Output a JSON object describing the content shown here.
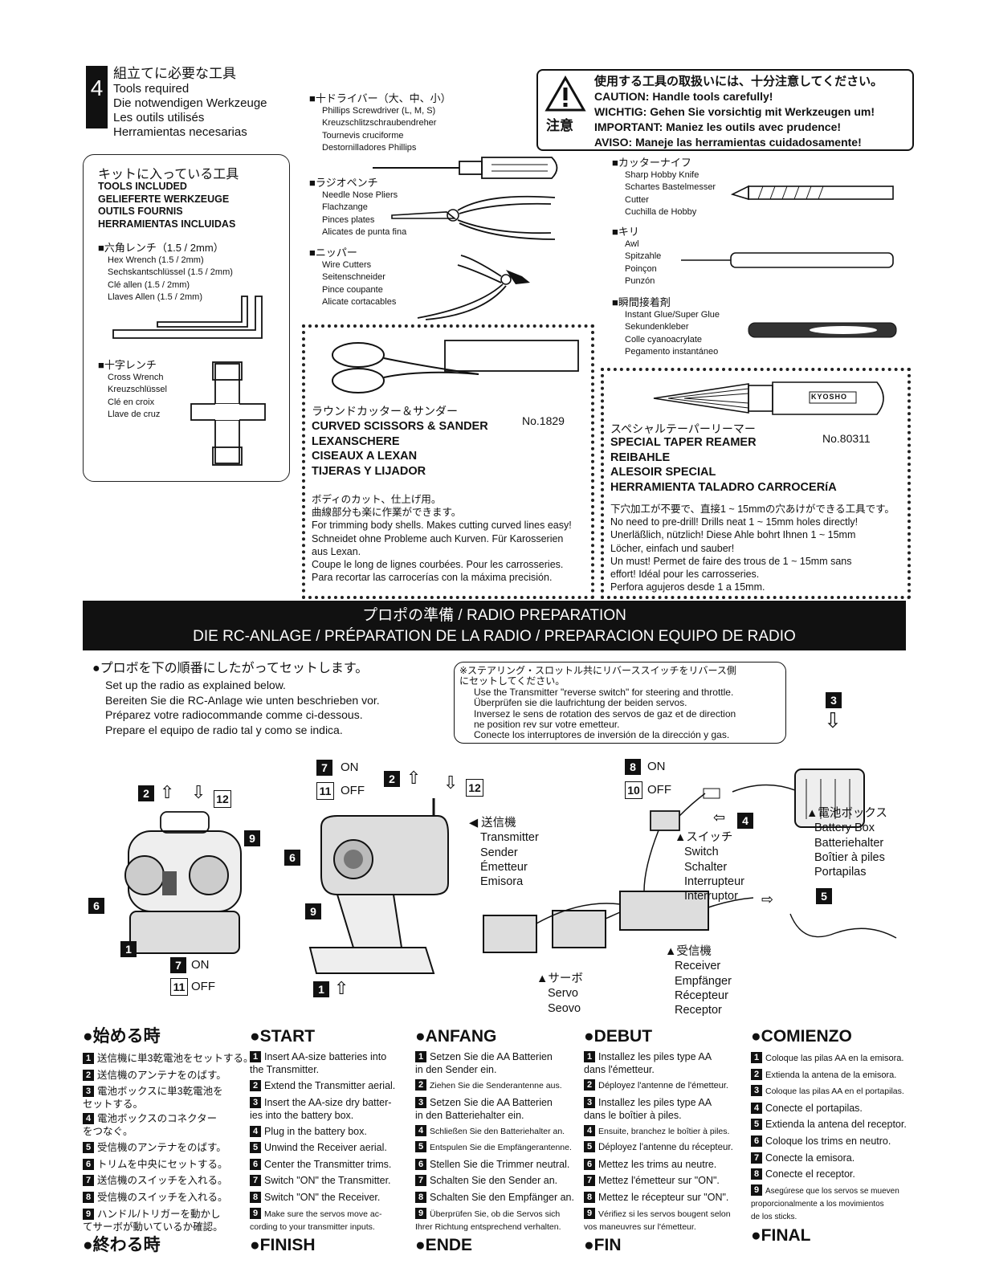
{
  "step": {
    "number": "4",
    "lines": [
      "組立てに必要な工具",
      "Tools required",
      "Die notwendigen Werkzeuge",
      "Les outils utilisés",
      "Herramientas necesarias"
    ]
  },
  "caution": {
    "mark_label": "注意",
    "lines": [
      "使用する工具の取扱いには、十分注意してください。",
      "CAUTION: Handle tools carefully!",
      "WICHTIG: Gehen Sie vorsichtig mit Werkzeugen um!",
      "IMPORTANT: Maniez les outils avec prudence!",
      "AVISO: Maneje las herramientas cuidadosamente!"
    ]
  },
  "kit_tools": {
    "title": "キットに入っている工具",
    "headings": [
      "TOOLS INCLUDED",
      "GELIEFERTE WERKZEUGE",
      "OUTILS FOURNIS",
      "HERRAMIENTAS INCLUIDAS"
    ],
    "hex_wrench": [
      "■六角レンチ（1.5 / 2mm）",
      "Hex Wrench (1.5 / 2mm)",
      "Sechskantschlüssel (1.5 / 2mm)",
      "Clé allen (1.5 / 2mm)",
      "Llaves Allen (1.5 / 2mm)"
    ],
    "cross_wrench": [
      "■十字レンチ",
      "Cross Wrench",
      "Kreuzschlüssel",
      "Clé en croix",
      "Llave de cruz"
    ]
  },
  "tools": {
    "screwdriver": [
      "■十ドライバー（大、中、小）",
      "Phillips Screwdriver (L, M, S)",
      "Kreuzschlitzschraubendreher",
      "Tournevis cruciforme",
      "Destornilladores Phillips"
    ],
    "pliers": [
      "■ラジオペンチ",
      "Needle Nose Pliers",
      "Flachzange",
      "Pinces plates",
      "Alicates de punta fina"
    ],
    "cutters": [
      "■ニッパー",
      "Wire Cutters",
      "Seitenschneider",
      "Pince coupante",
      "Alicate cortacables"
    ],
    "knife": [
      "■カッターナイフ",
      "Sharp Hobby Knife",
      "Schartes Bastelmesser",
      "Cutter",
      "Cuchilla de Hobby"
    ],
    "awl": [
      "■キリ",
      "Awl",
      "Spitzahle",
      "Poinçon",
      "Punzón"
    ],
    "glue": [
      "■瞬間接着剤",
      "Instant Glue/Super Glue",
      "Sekundenkleber",
      "Colle cyanoacrylate",
      "Pegamento instantáneo"
    ]
  },
  "scissors": {
    "title_jp": "ラウンドカッター＆サンダー",
    "names": [
      "CURVED SCISSORS & SANDER",
      "LEXANSCHERE",
      "CISEAUX A LEXAN",
      "TIJERAS Y LIJADOR"
    ],
    "part_no": "No.1829",
    "desc": [
      "ボディのカット、仕上げ用。",
      "曲線部分も楽に作業ができます。",
      "For trimming body shells. Makes cutting curved lines easy!",
      "Schneidet ohne Probleme auch Kurven.  Für Karosserien",
      "aus Lexan.",
      "Coupe le long de lignes courbées.  Pour les carrosseries.",
      "Para recortar las carrocerías con la máxima precisión."
    ]
  },
  "reamer": {
    "title_jp": "スペシャルテーパーリーマー",
    "names": [
      "SPECIAL TAPER REAMER",
      "REIBAHLE",
      "ALESOIR SPECIAL",
      "HERRAMIENTA TALADRO CARROCERíA"
    ],
    "part_no": "No.80311",
    "brand": "KYOSHO",
    "desc": [
      "下穴加工が不要で、直接1 ~ 15mmの穴あけができる工具です。",
      "No need to pre-drill!  Drills neat 1 ~ 15mm holes directly!",
      "Unerläßlich, nützlich!  Diese Ahle bohrt Ihnen 1 ~ 15mm",
      "Löcher, einfach und sauber!",
      "Un must!  Permet de faire des trous de 1 ~ 15mm sans",
      "effort!  Idéal pour les carrosseries.",
      "Perfora agujeros desde 1 a 15mm."
    ]
  },
  "radio": {
    "banner_line1": "プロポの準備 / RADIO PREPARATION",
    "banner_line2": "DIE RC-ANLAGE / PRÉPARATION DE LA RADIO / PREPARACION EQUIPO DE RADIO",
    "intro": [
      "●プロボを下の順番にしたがってセットします。",
      "Set up the radio as explained below.",
      "Bereiten Sie die RC-Anlage wie unten beschrieben vor.",
      "Préparez votre radiocommande comme ci-dessous.",
      "Prepare el equipo de radio tal y como se indica."
    ],
    "note": [
      "※ステアリング・スロットル共にリバーススイッチをリバース側",
      "  にセットしてください。",
      "Use the Transmitter \"reverse switch\" for steering and throttle.",
      "Überprüfen sie die laufrichtung der beiden servos.",
      "Inversez le sens de rotation des servos de gaz et de direction",
      "   ne position rev sur votre emetteur.",
      "Conecte los interruptores de inversión de la dirección y gas."
    ]
  },
  "diagram": {
    "on": "ON",
    "off": "OFF",
    "transmitter": [
      "◀ 送信機",
      "Transmitter",
      "Sender",
      "Émetteur",
      "Emisora"
    ],
    "switch": [
      "▲スイッチ",
      "Switch",
      "Schalter",
      "Interrupteur",
      "Interruptor"
    ],
    "battery_box": [
      "▲電池ボックス",
      "Battery Box",
      "Batteriehalter",
      "Boîtier à piles",
      "Portapilas"
    ],
    "receiver": [
      "▲受信機",
      "Receiver",
      "Empfänger",
      "Récepteur",
      "Receptor"
    ],
    "servo": [
      "▲サーボ",
      "Servo",
      "Seovo"
    ]
  },
  "steps": {
    "jp": {
      "title": "●始める時",
      "items": [
        "送信機に単3乾電池をセットする。",
        "送信機のアンテナをのばす。",
        "電池ボックスに単3乾電池を\nセットする。",
        "電池ボックスのコネクター\nをつなぐ。",
        "受信機のアンテナをのばす。",
        "トリムを中央にセットする。",
        "送信機のスイッチを入れる。",
        "受信機のスイッチを入れる。",
        "ハンドル/トリガーを動かし\nてサーボが動いているか確認。"
      ],
      "end_title": "●終わる時"
    },
    "en": {
      "title": "●START",
      "items": [
        "Insert AA-size batteries into\nthe Transmitter.",
        "Extend the Transmitter aerial.",
        "Insert the AA-size dry batter-\nies into the battery box.",
        "Plug in the battery box.",
        "Unwind the Receiver aerial.",
        "Center the Transmitter trims.",
        "Switch \"ON\" the Transmitter.",
        "Switch \"ON\" the Receiver.",
        "Make sure the servos move ac-\ncording to your transmitter inputs."
      ],
      "end_title": "●FINISH"
    },
    "de": {
      "title": "●ANFANG",
      "items": [
        "Setzen Sie die AA Batterien\nin den Sender ein.",
        "Ziehen Sie die Senderantenne aus.",
        "Setzen Sie die AA Batterien\nin den Batteriehalter ein.",
        "Schließen Sie den Batteriehalter an.",
        "Entspulen Sie die Empfängerantenne.",
        "Stellen Sie die Trimmer neutral.",
        "Schalten Sie den Sender an.",
        "Schalten Sie den Empfänger an.",
        "Überprüfen Sie, ob die Servos sich\nIhrer Richtung entsprechend verhalten."
      ],
      "end_title": "●ENDE"
    },
    "fr": {
      "title": "●DEBUT",
      "items": [
        "Installez les piles type AA\ndans l'émetteur.",
        "Déployez l'antenne de l'émetteur.",
        "Installez les piles type AA\ndans le boîtier à piles.",
        "Ensuite, branchez le boîtier à piles.",
        "Déployez l'antenne du récepteur.",
        "Mettez les trims au neutre.",
        "Mettez l'émetteur sur \"ON\".",
        "Mettez le récepteur sur \"ON\".",
        "Vérifiez si les servos bougent selon\nvos maneuvres sur l'émetteur."
      ],
      "end_title": "●FIN"
    },
    "es": {
      "title": "●COMIENZO",
      "items": [
        "Coloque las pilas AA en la emisora.",
        "Extienda la antena de la emisora.",
        "Coloque las pilas AA en el portapilas.",
        "Conecte el portapilas.",
        "Extienda la antena del receptor.",
        "Coloque los trims en neutro.",
        "Conecte la emisora.",
        "Conecte el receptor.",
        "Asegúrese que los servos se mueven\nproporcionalmente a los movimientos\nde los sticks."
      ],
      "end_title": "●FINAL"
    }
  },
  "labels_nums": [
    "1",
    "2",
    "3",
    "4",
    "5",
    "6",
    "7",
    "8",
    "9",
    "10",
    "11",
    "12"
  ]
}
